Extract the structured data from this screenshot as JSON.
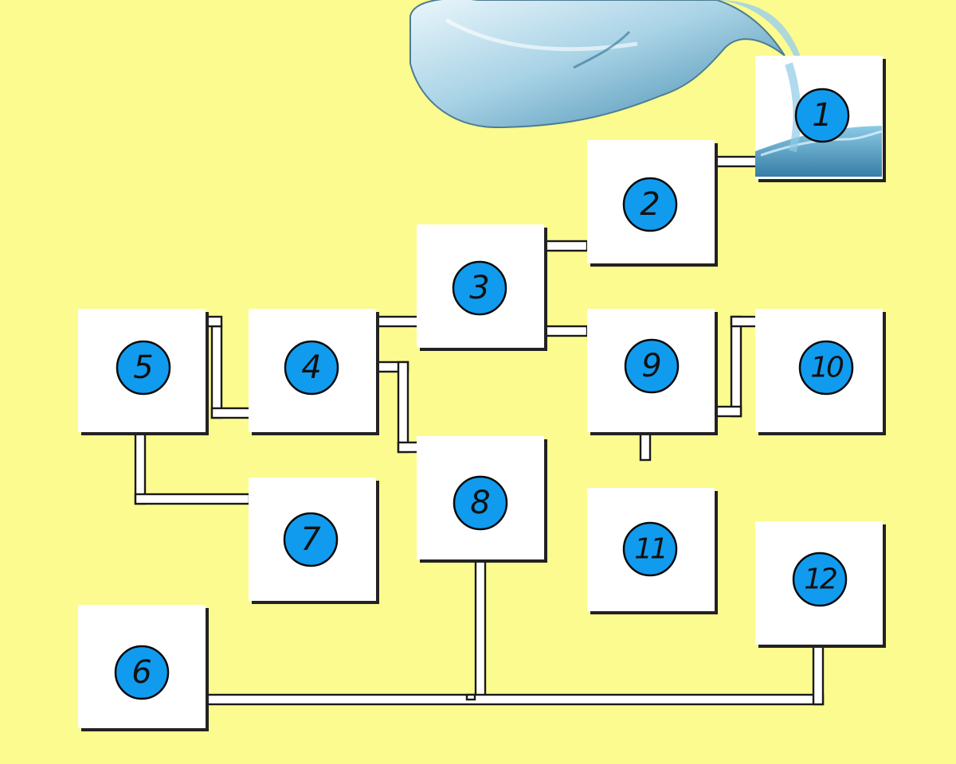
{
  "tanks": [
    {
      "id": 1,
      "label": "1"
    },
    {
      "id": 2,
      "label": "2"
    },
    {
      "id": 3,
      "label": "3"
    },
    {
      "id": 4,
      "label": "4"
    },
    {
      "id": 5,
      "label": "5"
    },
    {
      "id": 6,
      "label": "6"
    },
    {
      "id": 7,
      "label": "7"
    },
    {
      "id": 8,
      "label": "8"
    },
    {
      "id": 9,
      "label": "9"
    },
    {
      "id": 10,
      "label": "10"
    },
    {
      "id": 11,
      "label": "11"
    },
    {
      "id": 12,
      "label": "12"
    }
  ],
  "colors": {
    "background": "#fbfb8f",
    "badge": "#119bee",
    "tank": "#ffffff",
    "water": "#4aa6cf"
  },
  "icons": {
    "jug": "water-jug-icon",
    "water": "water-splash-icon"
  }
}
